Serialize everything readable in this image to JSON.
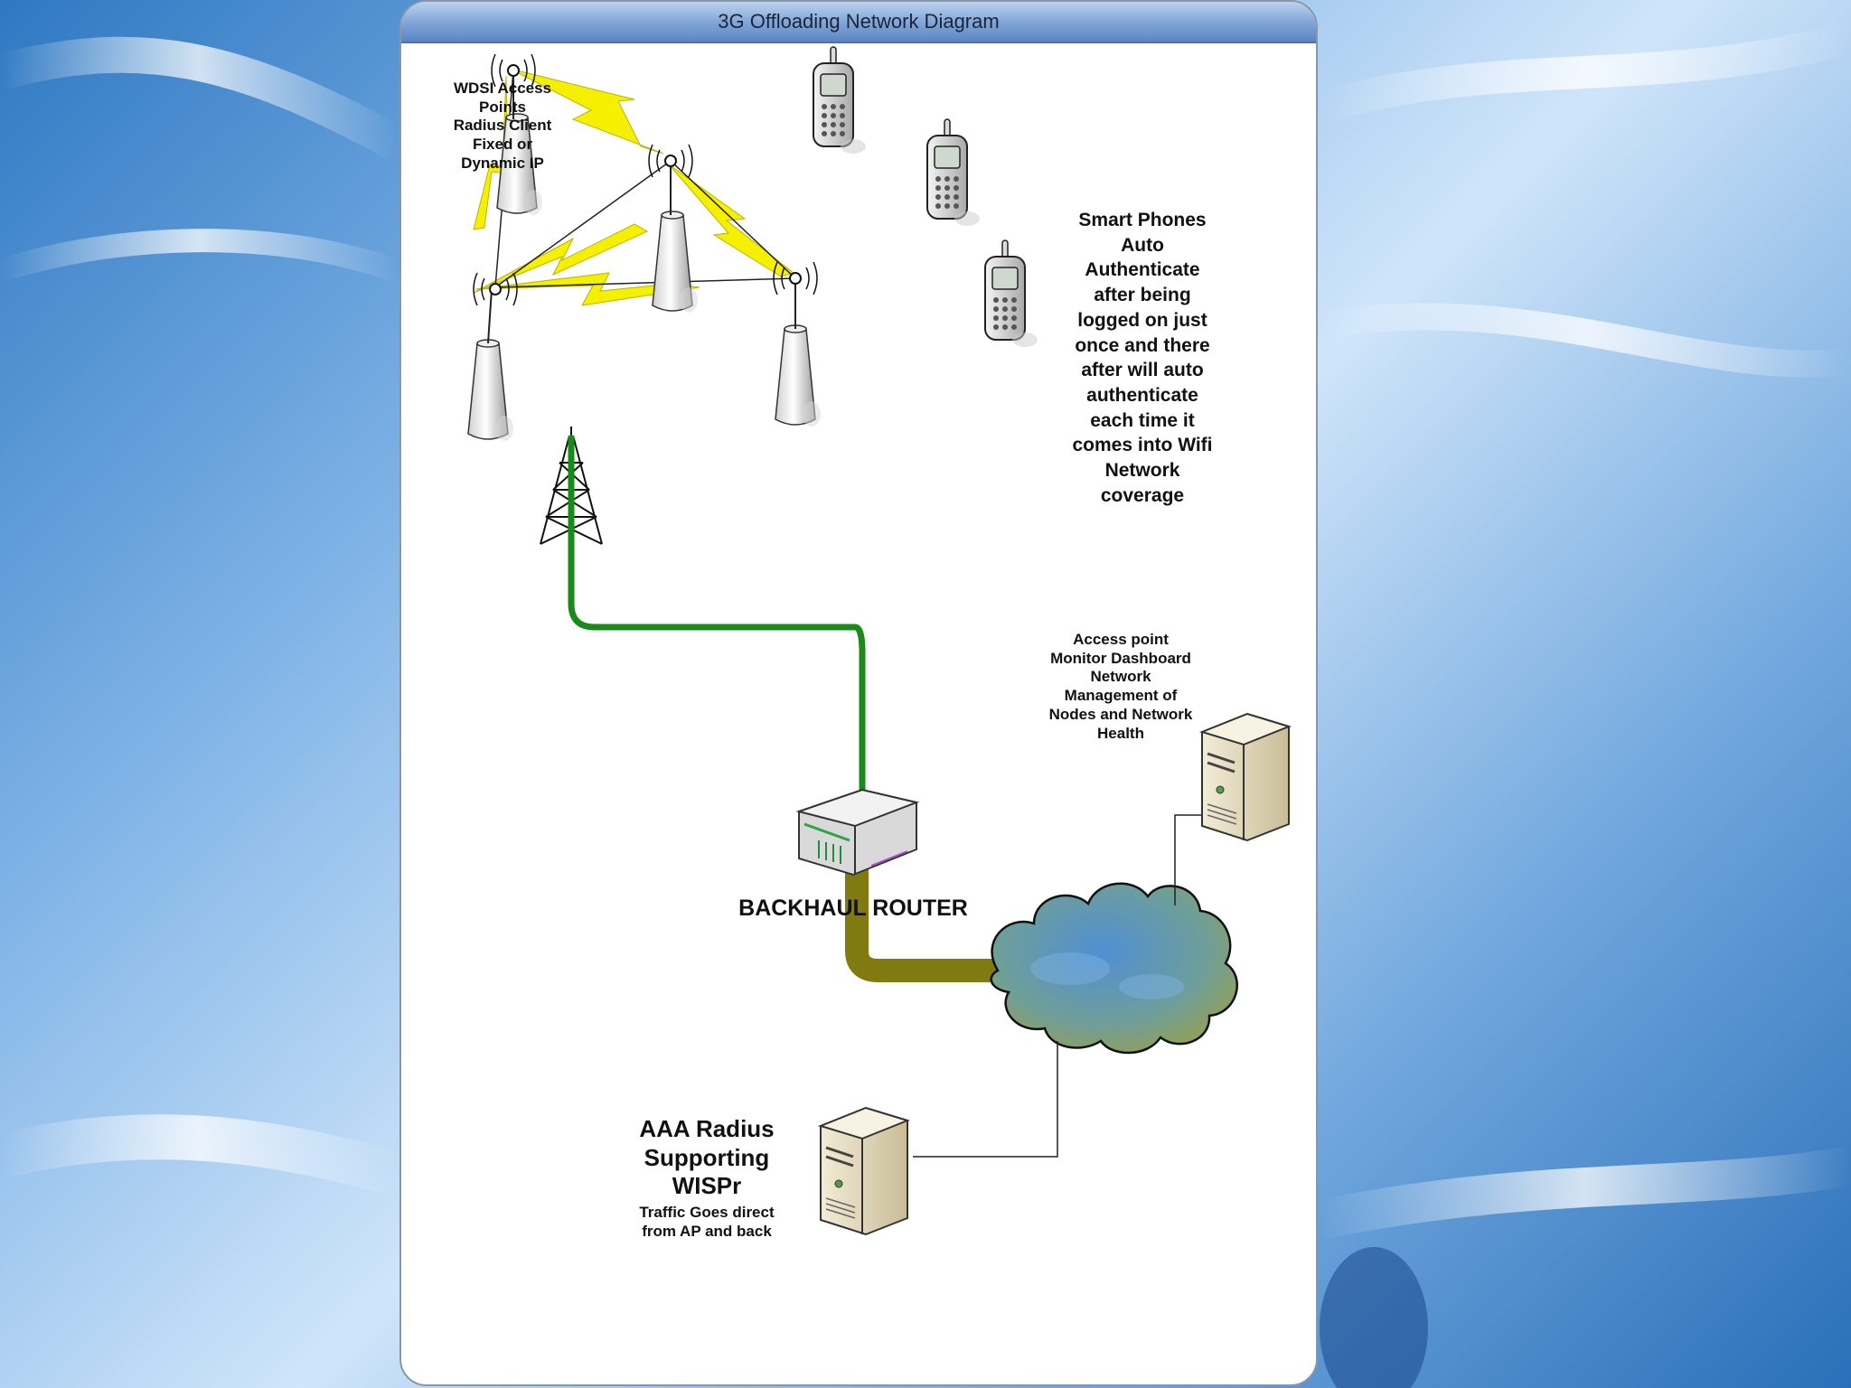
{
  "title": "3G Offloading Network Diagram",
  "labels": {
    "access_points": "WDSI Access\nPoints\nRadius Client\nFixed  or\nDynamic IP",
    "smart_phones": "Smart Phones\nAuto\nAuthenticate\nafter being\nlogged on just\nonce and there\nafter will auto\nauthenticate\neach time it\ncomes into Wifi\nNetwork\ncoverage",
    "monitor": "Access point\nMonitor Dashboard\nNetwork\nManagement of\nNodes and Network\nHealth",
    "router": "BACKHAUL ROUTER",
    "aaa_title": "AAA Radius\nSupporting\nWISPr",
    "aaa_note": "Traffic Goes direct\nfrom AP and back"
  },
  "colors": {
    "wireless_link": "#f4f000",
    "fiber_link": "#1a8a1a",
    "backhaul_link": "#807a10",
    "cloud": "#5e95b8",
    "server": "#e3dac0"
  }
}
